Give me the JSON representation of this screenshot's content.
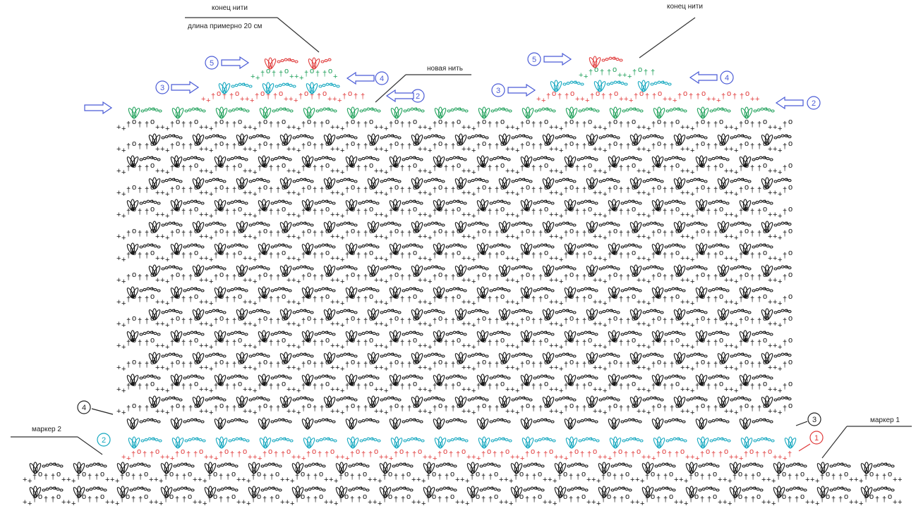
{
  "annotations": {
    "thread_end_left": "конец нити",
    "thread_length": "длина примерно 20 см",
    "new_thread": "новая нить",
    "thread_end_right": "конец нити",
    "marker_2": "маркер 2",
    "marker_1": "маркер 1"
  },
  "row_markers": {
    "left_piece": [
      "5",
      "4",
      "3",
      "2"
    ],
    "right_piece": [
      "5",
      "4",
      "3",
      "2"
    ],
    "body_left": "4",
    "body_right": "3",
    "band_left": "2",
    "band_right": "1"
  },
  "colors": {
    "stitch": "#111111",
    "red": "#e03b3b",
    "green": "#1fa05a",
    "cyan": "#13a7bf",
    "arrow": "#4a5bd6"
  }
}
